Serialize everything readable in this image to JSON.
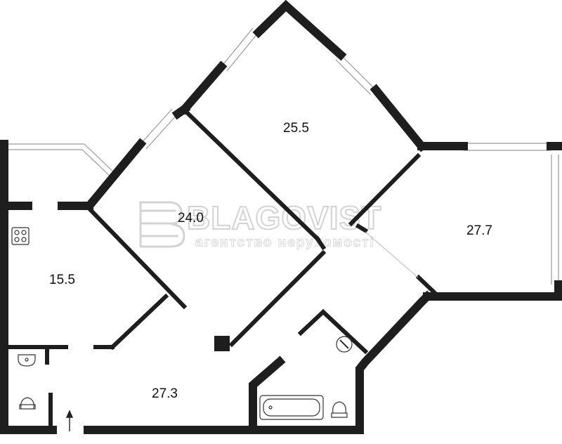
{
  "rooms": [
    {
      "id": "room-25-5",
      "area": "25.5"
    },
    {
      "id": "room-24-0",
      "area": "24.0"
    },
    {
      "id": "room-27-7",
      "area": "27.7"
    },
    {
      "id": "room-15-5",
      "area": "15.5"
    },
    {
      "id": "room-27-3",
      "area": "27.3"
    }
  ],
  "watermark": {
    "brand": "BLAGOVIST",
    "tagline": "агентство нерухомості"
  },
  "colors": {
    "wall": "#1e1e1e",
    "window": "#9a9a9a",
    "watermark": "#d3d3d3"
  },
  "icons": [
    "stove-icon",
    "sink-icon",
    "toilet-icon",
    "bathtub-icon",
    "entrance-arrow-icon"
  ]
}
